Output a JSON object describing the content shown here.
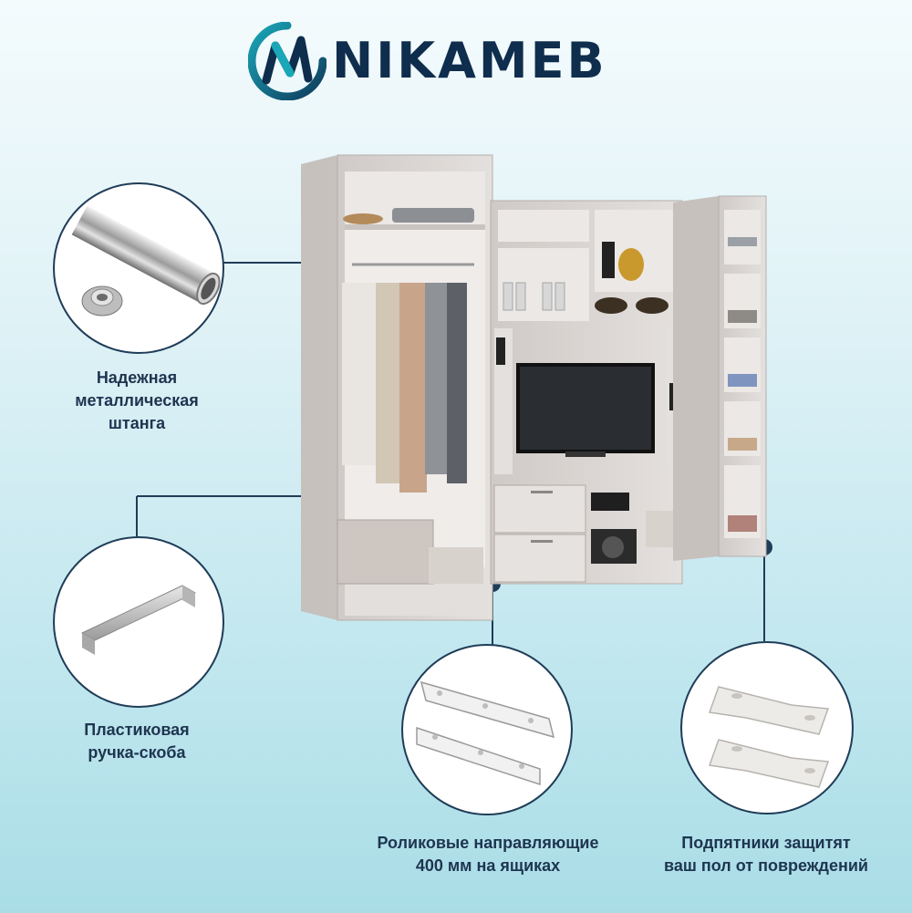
{
  "brand": {
    "name": "NIKAMEB",
    "accent": "#13899b",
    "dark": "#0f2d4d"
  },
  "features": {
    "rod": {
      "caption": "Надежная\nметаллическая\nштанга",
      "icon": "metal-rod-icon"
    },
    "handle": {
      "caption": "Пластиковая\nручка-скоба",
      "icon": "bracket-handle-icon"
    },
    "rails": {
      "caption": "Роликовые направляющие\n400 мм на ящиках",
      "icon": "roller-rails-icon"
    },
    "pads": {
      "caption": "Подпятники защитят\nваш пол от повреждений",
      "icon": "floor-pads-icon"
    }
  },
  "colors": {
    "line": "#1f3c58",
    "dot": "#1f3c58",
    "wood": "#d9d5d2",
    "wood_dark": "#bfbab6"
  }
}
